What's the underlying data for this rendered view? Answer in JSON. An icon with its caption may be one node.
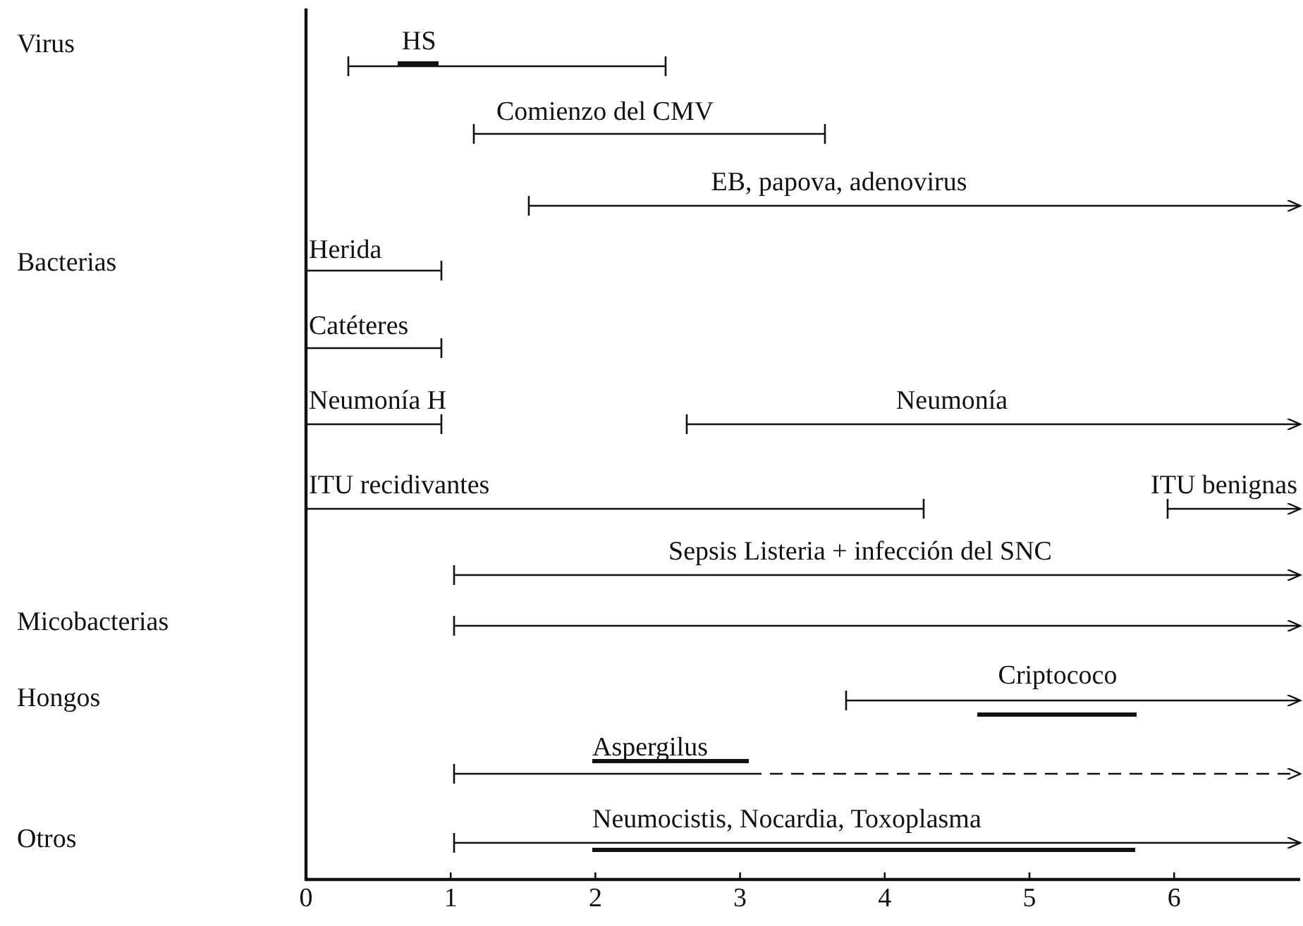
{
  "diagram": {
    "labels": [
      "Virus",
      "HS",
      "Comienzo del CMV",
      "EB, papova, adenovirus",
      "Bacterias",
      "Herida",
      "Catéteres",
      "Neumonía H",
      "Neumonía",
      "ITU recidivantes",
      "ITU benignas",
      "Sepsis Listeria + infección del SNC",
      "Micobacterias",
      "Hongos",
      "Criptococo",
      "Aspergilus",
      "Otros",
      "Neumocistis, Nocardia, Toxoplasma",
      "0",
      "1",
      "2",
      "3",
      "4",
      "5",
      "6"
    ]
  }
}
